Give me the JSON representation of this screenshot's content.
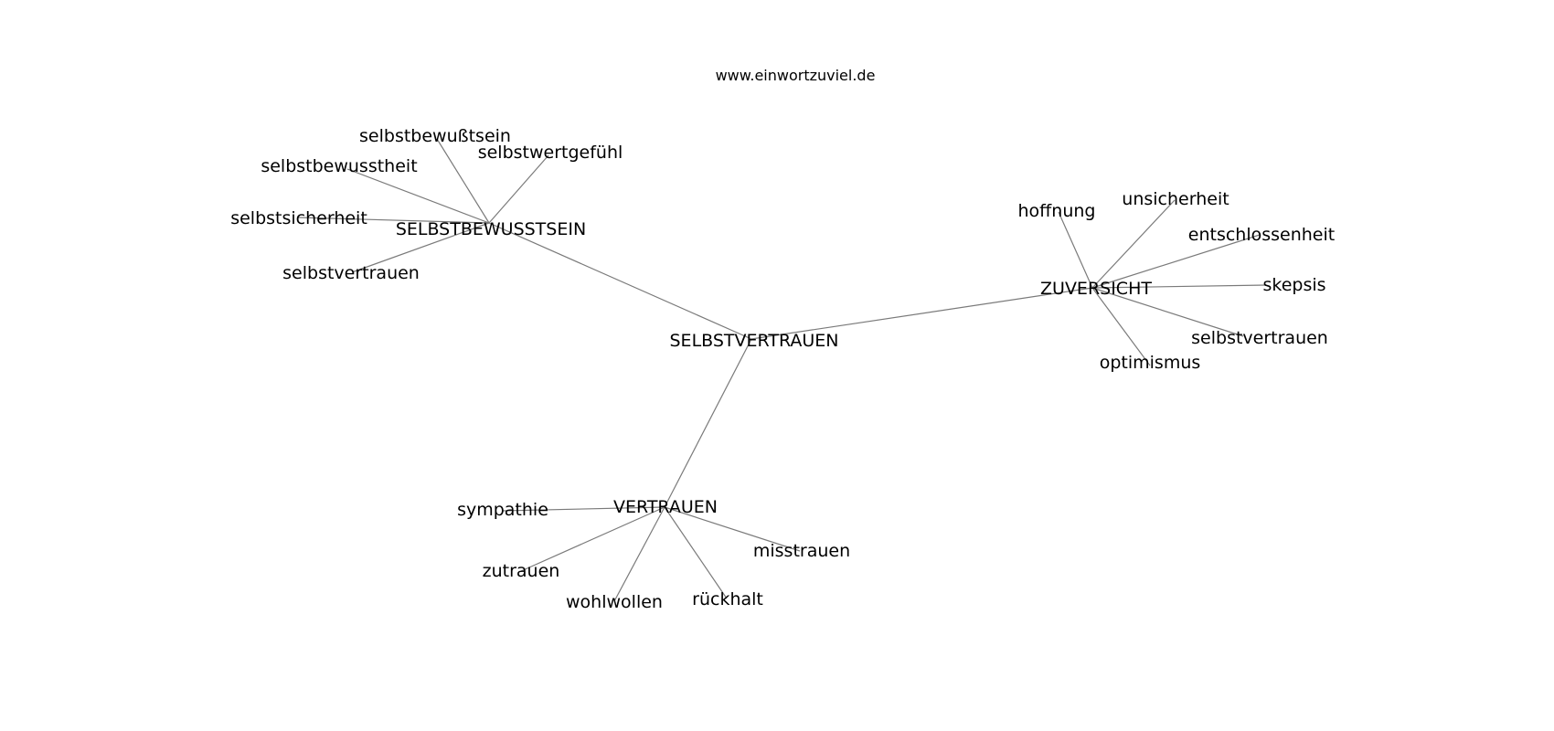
{
  "site": "www.einwortzuviel.de",
  "center": "SELBSTVERTRAUEN",
  "clusters": [
    {
      "hub": "SELBSTBEWUSSTSEIN",
      "terms": [
        "selbstbewußtsein",
        "selbstwertgefühl",
        "selbstbewusstheit",
        "selbstsicherheit",
        "selbstvertrauen"
      ]
    },
    {
      "hub": "ZUVERSICHT",
      "terms": [
        "hoffnung",
        "unsicherheit",
        "entschlossenheit",
        "skepsis",
        "selbstvertrauen",
        "optimismus"
      ]
    },
    {
      "hub": "VERTRAUEN",
      "terms": [
        "sympathie",
        "zutrauen",
        "wohlwollen",
        "rückhalt",
        "misstrauen"
      ]
    }
  ],
  "colors": {
    "edge": "#7a7a7a",
    "text": "#000000",
    "background": "#ffffff"
  }
}
